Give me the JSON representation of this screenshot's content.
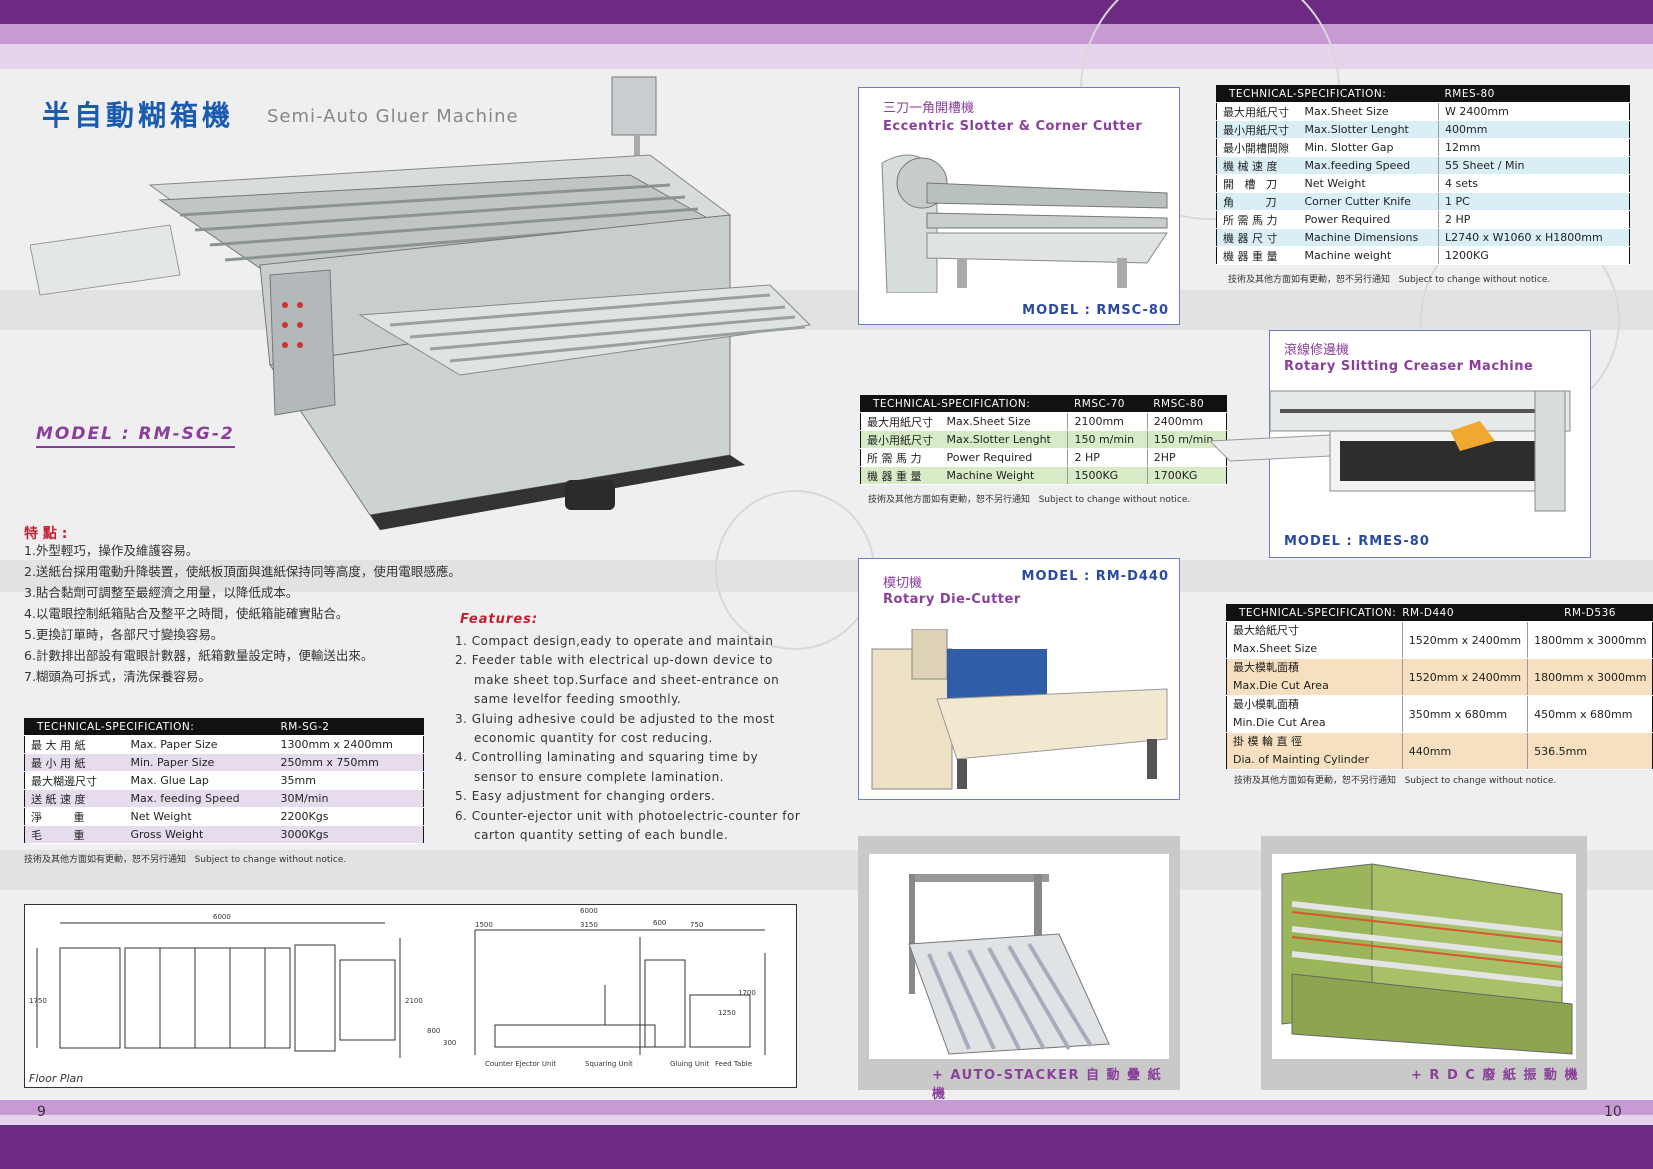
{
  "left_page": {
    "title_cn": "半自動糊箱機",
    "title_en": "Semi-Auto Gluer Machine",
    "model": "MODEL : RM-SG-2",
    "features_head_cn": "特 點 :",
    "features_cn": [
      "1.外型輕巧，操作及維護容易。",
      "2.送紙台採用電動升降裝置，使紙板頂面與進紙保持同等高度，使用電眼感應。",
      "3.貼合黏劑可調整至最經濟之用量，以降低成本。",
      "4.以電眼控制紙箱貼合及整平之時間，使紙箱能確實貼合。",
      "5.更換訂單時，各部尺寸變換容易。",
      "6.計數排出部設有電眼計數器，紙箱數量設定時，便輸送出來。",
      "7.糊頭為可拆式，清洗保養容易。"
    ],
    "features_head_en": "Features:",
    "features_en": [
      "1. Compact design,eady to operate and maintain",
      "2. Feeder table with electrical up-down device to make sheet top.Surface and sheet-entrance on same levelfor feeding smoothly.",
      "3. Gluing adhesive could be adjusted to the most economic quantity for cost reducing.",
      "4. Controlling laminating and squaring time by sensor to ensure complete lamination.",
      "5. Easy adjustment for changing orders.",
      "6. Counter-ejector unit with photoelectric-counter for carton quantity setting of each bundle."
    ],
    "spec": {
      "header": [
        "TECHNICAL-SPECIFICATION:",
        "RM-SG-2"
      ],
      "rows": [
        [
          "最 大 用 紙",
          "Max. Paper Size",
          "1300mm x 2400mm"
        ],
        [
          "最 小 用 紙",
          "Min. Paper Size",
          "250mm x 750mm"
        ],
        [
          "最大糊邊尺寸",
          "Max. Glue Lap",
          "35mm"
        ],
        [
          "送 紙 速 度",
          "Max. feeding Speed",
          "30M/min"
        ],
        [
          "淨         重",
          "Net Weight",
          "2200Kgs"
        ],
        [
          "毛         重",
          "Gross Weight",
          "3000Kgs"
        ]
      ]
    },
    "note": "技術及其他方面如有更動，恕不另行通知   Subject to change without notice.",
    "floor_plan": {
      "label": "Floor Plan",
      "dims": [
        "6000",
        "1750",
        "2100",
        "6000",
        "1500",
        "3150",
        "600",
        "750",
        "1700",
        "1250",
        "800",
        "300"
      ],
      "units": [
        "Counter Ejector Unit",
        "Squaring Unit",
        "Gluing Unit",
        "Feed Table"
      ]
    },
    "page_number": "9"
  },
  "slotter": {
    "name_cn": "三刀一角開槽機",
    "name_en": "Eccentric Slotter & Corner Cutter",
    "model": "MODEL : RMSC-80",
    "spec": {
      "header": [
        "TECHNICAL-SPECIFICATION:",
        "RMSC-70",
        "RMSC-80"
      ],
      "rows": [
        [
          "最大用紙尺寸",
          "Max.Sheet Size",
          "2100mm",
          "2400mm"
        ],
        [
          "最小用紙尺寸",
          "Max.Slotter Lenght",
          "150 m/min",
          "150 m/min"
        ],
        [
          "所 需 馬 力",
          "Power Required",
          "2 HP",
          "2HP"
        ],
        [
          "機 器 重 量",
          "Machine Weight",
          "1500KG",
          "1700KG"
        ]
      ]
    },
    "note": "技術及其他方面如有更動，恕不另行通知   Subject to change without notice."
  },
  "rmes": {
    "spec": {
      "header": [
        "TECHNICAL-SPECIFICATION:",
        "RMES-80"
      ],
      "rows": [
        [
          "最大用紙尺寸",
          "Max.Sheet Size",
          "W 2400mm"
        ],
        [
          "最小用紙尺寸",
          "Max.Slotter Lenght",
          "400mm"
        ],
        [
          "最小開槽間隙",
          "Min. Slotter Gap",
          "12mm"
        ],
        [
          "機 械 速 度",
          "Max.feeding Speed",
          "55 Sheet / Min"
        ],
        [
          "開   槽   刀",
          "Net Weight",
          "4 sets"
        ],
        [
          "角         刀",
          "Corner Cutter Knife",
          "1 PC"
        ],
        [
          "所 需 馬 力",
          "Power Required",
          "2 HP"
        ],
        [
          "機 器 尺 寸",
          "Machine Dimensions",
          "L2740 x W1060 x H1800mm"
        ],
        [
          "機 器 重 量",
          "Machine weight",
          "1200KG"
        ]
      ]
    },
    "note": "技術及其他方面如有更動，恕不另行通知   Subject to change without notice.",
    "name_cn": "滾線修邊機",
    "name_en": "Rotary Slitting Creaser Machine",
    "model": "MODEL : RMES-80"
  },
  "diecutter": {
    "name_cn": "模切機",
    "name_en": "Rotary Die-Cutter",
    "model": "MODEL : RM-D440",
    "spec": {
      "header": [
        "TECHNICAL-SPECIFICATION:",
        "RM-D440",
        "RM-D536"
      ],
      "rows": [
        [
          "最大給紙尺寸",
          "Max.Sheet Size",
          "1520mm x 2400mm",
          "1800mm x 3000mm"
        ],
        [
          "最大模軋面積",
          "Max.Die Cut Area",
          "1520mm x 2400mm",
          "1800mm x 3000mm"
        ],
        [
          "最小模軋面積",
          "Min.Die Cut Area",
          "350mm x 680mm",
          "450mm x 680mm"
        ],
        [
          "掛 模 輪 直 徑",
          "Dia. of Mainting Cylinder",
          "440mm",
          "536.5mm"
        ]
      ]
    },
    "note": "技術及其他方面如有更動，恕不另行通知   Subject to change without notice."
  },
  "stacker_caption": "+ AUTO-STACKER 自 動 疊 紙 機",
  "rdc_caption": "+ R D C 廢 紙 振 動 機",
  "page_number_right": "10",
  "colors": {
    "purple": "#6c2a82",
    "title_blue": "#1a5bb0",
    "model_purple": "#8a3f9b",
    "model_blue": "#2a4aa0"
  }
}
